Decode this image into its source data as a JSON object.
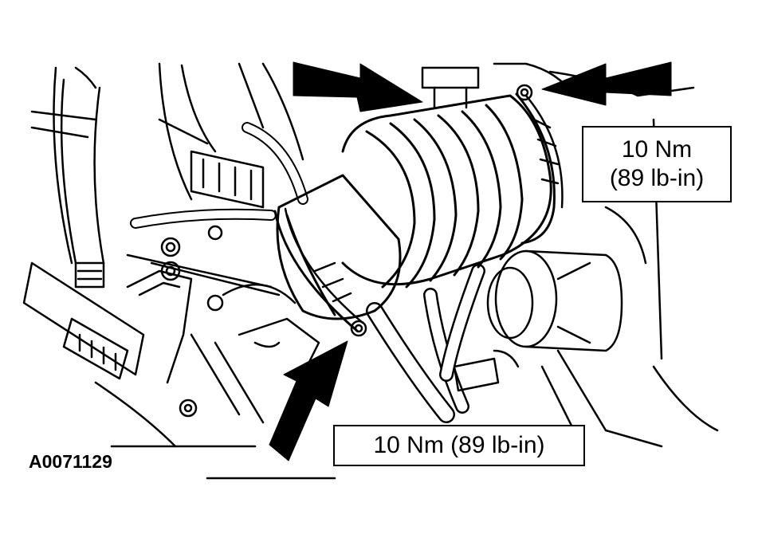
{
  "figure_id": "A0071129",
  "callouts": {
    "clamp_upper": {
      "line1": "10 Nm",
      "line2": "(89 lb-in)"
    },
    "clamp_lower": {
      "text": "10 Nm (89 lb-in)"
    }
  },
  "colors": {
    "line": "#000000",
    "background": "#ffffff"
  }
}
